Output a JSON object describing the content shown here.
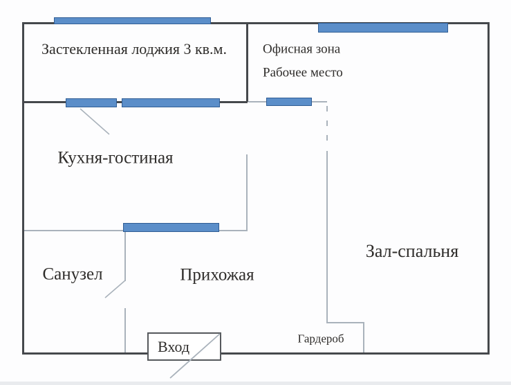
{
  "rooms": {
    "loggia": "Застекленная лоджия 3 кв.м.",
    "office_zone": "Офисная зона",
    "workplace": "Рабочее место",
    "kitchen_living": "Кухня-гостиная",
    "hall_bedroom": "Зал-спальня",
    "bathroom": "Санузел",
    "hallway": "Прихожая",
    "entrance": "Вход",
    "wardrobe": "Гардероб"
  },
  "colors": {
    "wall": "#45484c",
    "partition_line": "#a9b2bb",
    "window_fill": "#5b8ec9",
    "window_border": "#305d94",
    "text": "#2e2c2a",
    "background": "#fdfdfe",
    "bottom_strip": "#e9ebee"
  }
}
